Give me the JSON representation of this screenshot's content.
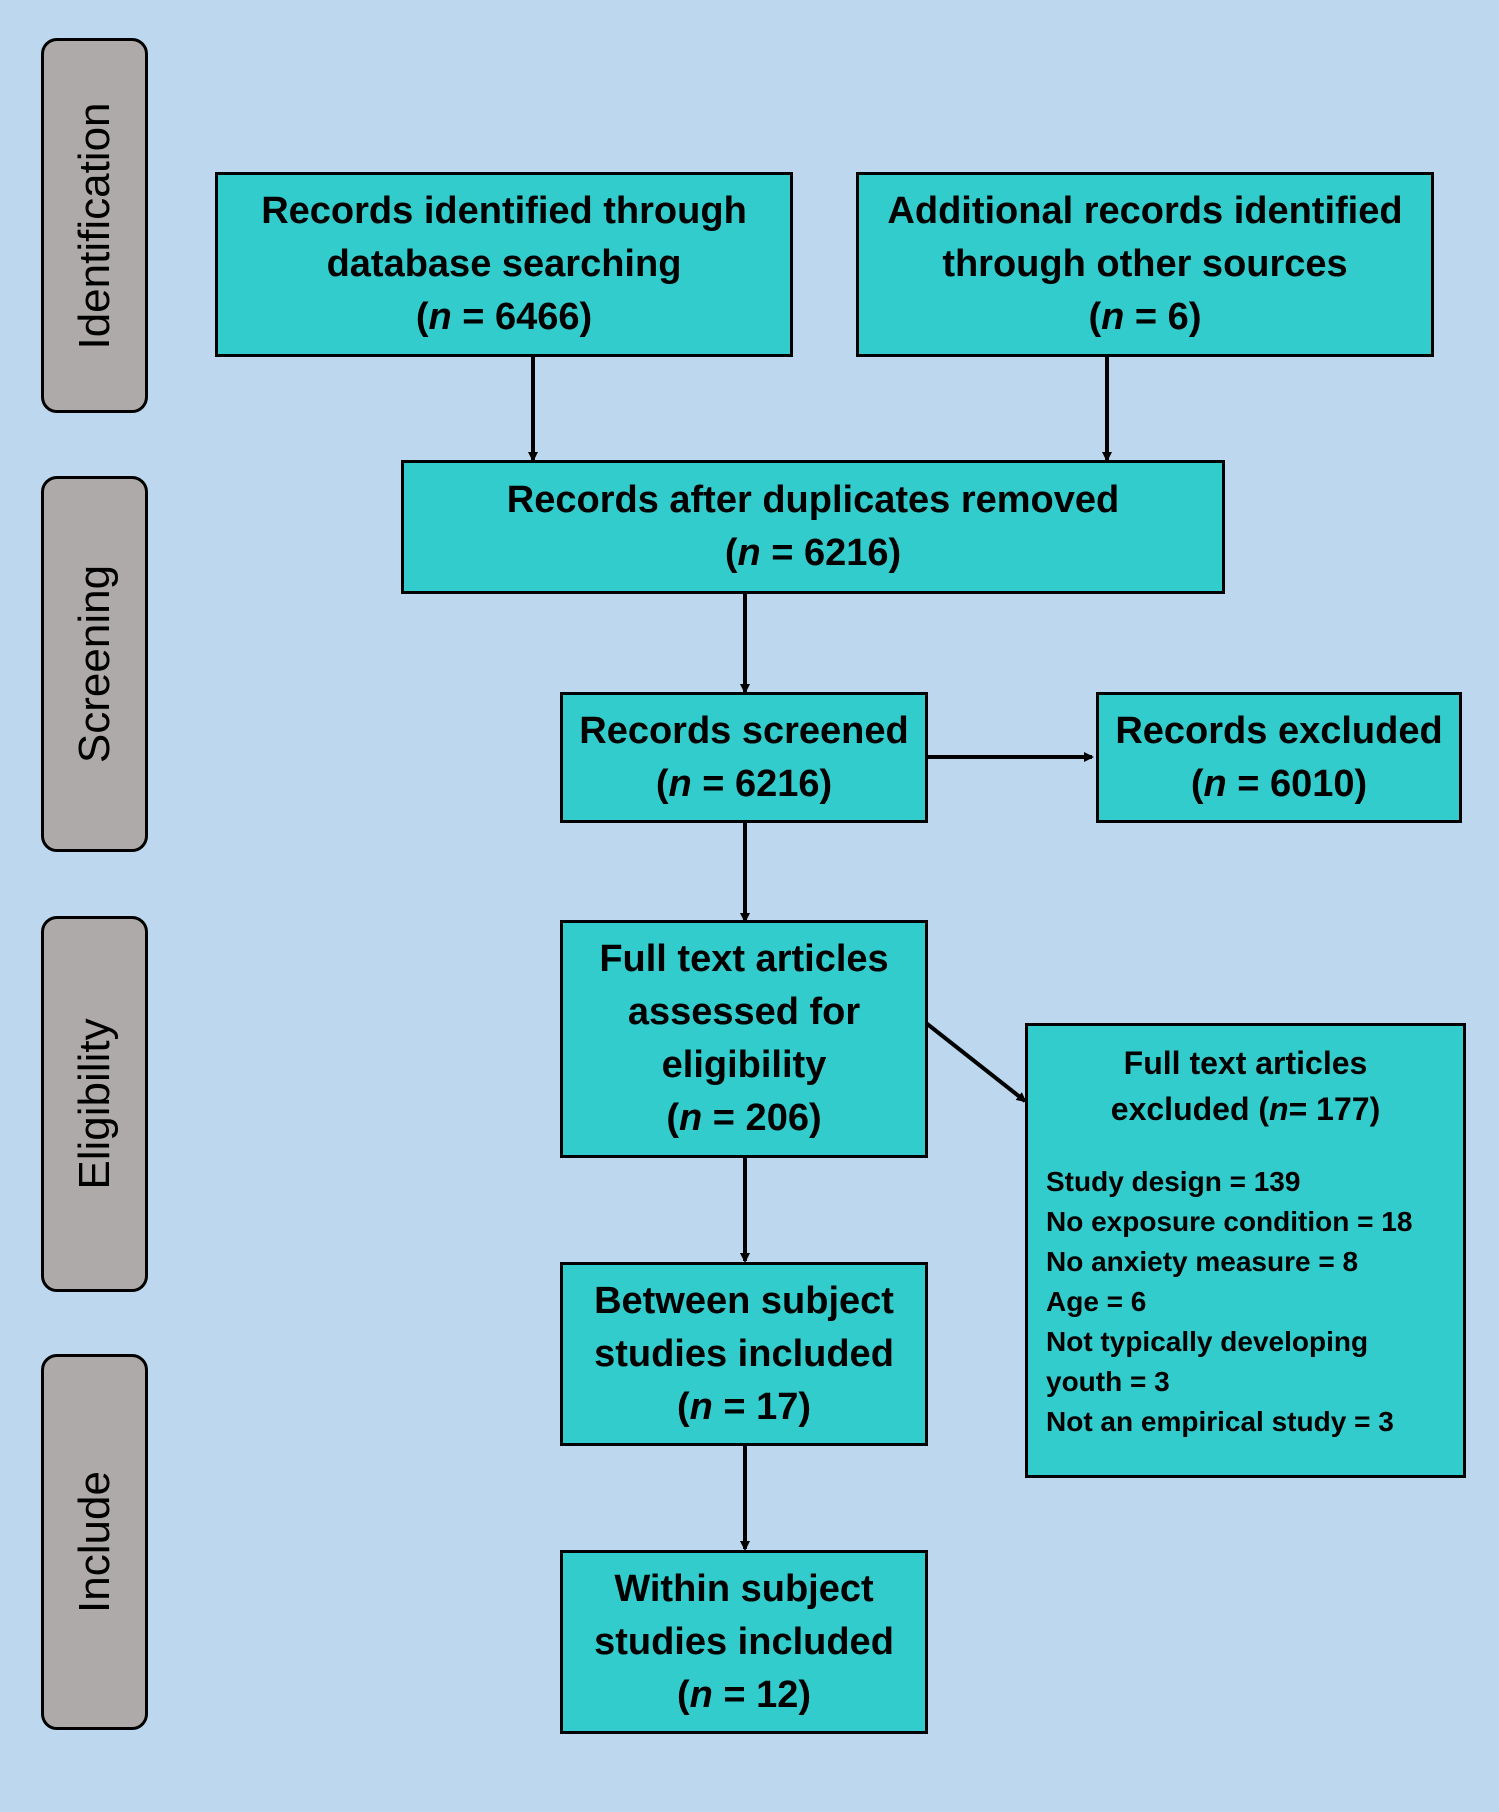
{
  "stages": [
    "Identification",
    "Screening",
    "Eligibility",
    "Include"
  ],
  "boxes": {
    "database": {
      "lines": [
        "Records identified through",
        "database searching"
      ],
      "n_prefix": "(",
      "n_var": "n",
      "n_suffix": " = 6466)"
    },
    "other": {
      "lines": [
        "Additional records identified",
        "through other sources"
      ],
      "n_prefix": "(",
      "n_var": "n",
      "n_suffix": " = 6)"
    },
    "dedup": {
      "lines": [
        "Records after duplicates removed"
      ],
      "n_prefix": "(",
      "n_var": "n",
      "n_suffix": " = 6216)"
    },
    "screened": {
      "lines": [
        "Records screened"
      ],
      "n_prefix": "(",
      "n_var": "n",
      "n_suffix": " = 6216)"
    },
    "excluded": {
      "lines": [
        "Records excluded"
      ],
      "n_prefix": "(",
      "n_var": "n",
      "n_suffix": " = 6010)"
    },
    "fulltext": {
      "lines": [
        "Full text articles",
        "assessed for",
        "eligibility"
      ],
      "n_prefix": "(",
      "n_var": "n",
      "n_suffix": " = 206)"
    },
    "fulltext_excluded": {
      "lines": [
        "Full text articles"
      ],
      "n_prefix": "excluded (",
      "n_var": "n",
      "n_suffix": "= 177)",
      "reasons": [
        "Study design = 139",
        "No exposure condition = 18",
        "No anxiety measure = 8",
        "Age = 6",
        "Not typically developing",
        "youth = 3",
        "Not an empirical study = 3"
      ]
    },
    "between": {
      "lines": [
        "Between subject",
        "studies included"
      ],
      "n_prefix": "(",
      "n_var": "n",
      "n_suffix": " = 17)"
    },
    "within": {
      "lines": [
        "Within subject",
        "studies included"
      ],
      "n_prefix": "(",
      "n_var": "n",
      "n_suffix": " = 12)"
    }
  }
}
